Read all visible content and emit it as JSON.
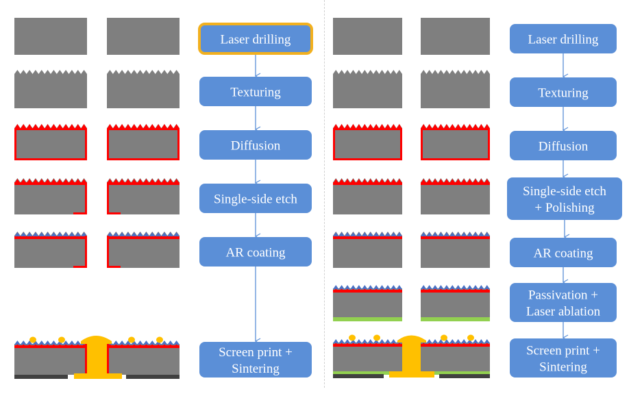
{
  "colors": {
    "substrate": "#7f7f7f",
    "emitter": "#ff0000",
    "ar_coating": "#4a72c4",
    "passivation": "#92d050",
    "metal": "#ffc000",
    "rear_contact": "#404040",
    "step_box": "#5b8fd7",
    "highlight_border": "#f2b01e",
    "arrow": "#5b8fd7"
  },
  "left_flow": {
    "steps": [
      {
        "label": "Laser drilling",
        "highlighted": true
      },
      {
        "label": "Texturing"
      },
      {
        "label": "Diffusion"
      },
      {
        "label": "Single-side etch"
      },
      {
        "label": "AR coating"
      },
      {
        "label": "Screen print +|Sintering"
      }
    ]
  },
  "right_flow": {
    "steps": [
      {
        "label": "Laser drilling"
      },
      {
        "label": "Texturing"
      },
      {
        "label": "Diffusion"
      },
      {
        "label": "Single-side etch|+ Polishing"
      },
      {
        "label": "AR coating"
      },
      {
        "label": "Passivation +|Laser ablation"
      },
      {
        "label": "Screen print +|Sintering"
      }
    ]
  },
  "icons": {
    "wafer": "wafer-cross-section-icon",
    "arrow": "arrow-down-icon"
  }
}
